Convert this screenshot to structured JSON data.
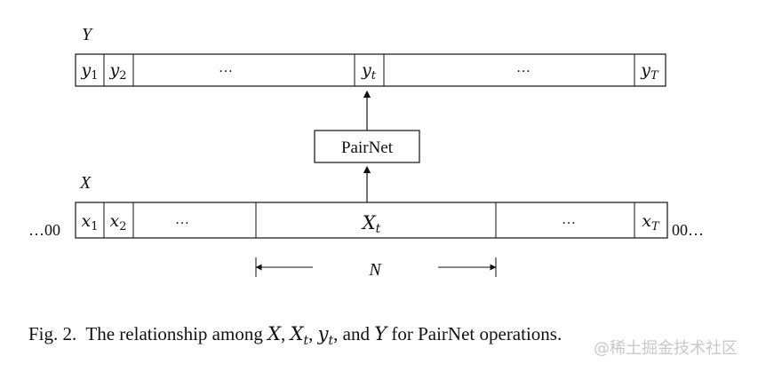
{
  "diagram": {
    "output_label": "Y",
    "input_label": "X",
    "model_box_label": "PairNet",
    "output_cells": [
      "y1",
      "y2",
      "…",
      "yt",
      "…",
      "yT"
    ],
    "input_cells": [
      "x1",
      "x2",
      "…",
      "Xt",
      "…",
      "xT"
    ],
    "left_padding": "…00",
    "right_padding": "00…",
    "window_label": "N"
  },
  "caption": {
    "prefix": "Fig. 2.",
    "text_1": "The relationship among",
    "var_1": "X",
    "var_2": "Xt",
    "var_3": "yt",
    "text_2": "and",
    "var_4": "Y",
    "text_3": "for PairNet operations."
  },
  "watermark": "@稀土掘金技术社区"
}
